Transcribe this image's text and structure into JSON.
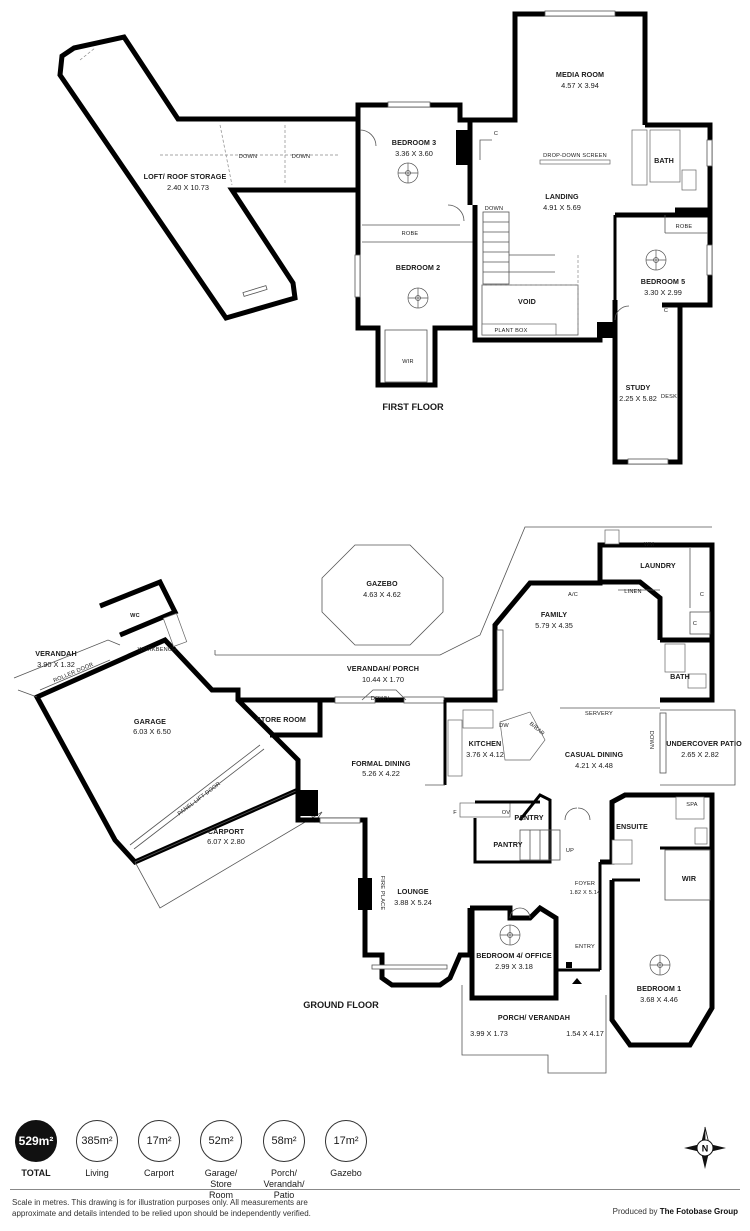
{
  "first_floor": {
    "title": "FIRST FLOOR",
    "rooms": {
      "loft": {
        "name": "LOFT/ ROOF STORAGE",
        "dim": "2.40 X 10.73"
      },
      "bedroom3": {
        "name": "BEDROOM 3",
        "dim": "3.36 X 3.60"
      },
      "bedroom2": {
        "name": "BEDROOM 2",
        "dim": ""
      },
      "media": {
        "name": "MEDIA ROOM",
        "dim": "4.57 X 3.94"
      },
      "landing": {
        "name": "LANDING",
        "dim": "4.91 X 5.69"
      },
      "bedroom5": {
        "name": "BEDROOM 5",
        "dim": "3.30 X 2.99"
      },
      "study": {
        "name": "STUDY",
        "dim": "2.25 X 5.82"
      }
    },
    "tags": {
      "down1": "DOWN",
      "down2": "DOWN",
      "down3": "DOWN",
      "robe1": "ROBE",
      "robe2": "ROBE",
      "wir": "WIR",
      "bath": "BATH",
      "void": "VOID",
      "plant_box": "PLANT BOX",
      "drop_screen": "DROP-DOWN SCREEN",
      "desk": "DESK",
      "c1": "C",
      "c2": "C"
    }
  },
  "ground_floor": {
    "title": "GROUND FLOOR",
    "rooms": {
      "gazebo": {
        "name": "GAZEBO",
        "dim": "4.63 X 4.62"
      },
      "laundry": {
        "name": "LAUNDRY",
        "dim": ""
      },
      "verandah": {
        "name": "VERANDAH",
        "dim": "3.90 X 1.32"
      },
      "family": {
        "name": "FAMILY",
        "dim": "5.79 X 4.35"
      },
      "verandah_porch": {
        "name": "VERANDAH/ PORCH",
        "dim": "10.44 X 1.70"
      },
      "garage": {
        "name": "GARAGE",
        "dim": "6.03 X 6.50"
      },
      "kitchen": {
        "name": "KITCHEN",
        "dim": "3.76 X 4.12"
      },
      "casual": {
        "name": "CASUAL DINING",
        "dim": "4.21 X 4.48"
      },
      "undercover": {
        "name": "UNDERCOVER PATIO",
        "dim": "2.65 X 2.82"
      },
      "formal": {
        "name": "FORMAL DINING",
        "dim": "5.26 X 4.22"
      },
      "carport": {
        "name": "CARPORT",
        "dim": "6.07 X 2.80"
      },
      "lounge": {
        "name": "LOUNGE",
        "dim": "3.88 X 5.24"
      },
      "foyer": {
        "name": "FOYER",
        "dim": "1.82 X 5.14"
      },
      "bedroom4": {
        "name": "BEDROOM 4/ OFFICE",
        "dim": "2.99 X 3.18"
      },
      "bedroom1": {
        "name": "BEDROOM 1",
        "dim": "3.68 X 4.46"
      },
      "porch": {
        "name": "PORCH/ VERANDAH",
        "dim_left": "3.99 X 1.73",
        "dim_right": "1.54 X 4.17"
      }
    },
    "tags": {
      "wc": "WC",
      "workbench": "WORKBENCH",
      "roller": "ROLLER DOOR",
      "wm": "WM",
      "linen": "LINEN",
      "ac": "A/C",
      "c1": "C",
      "c2": "C",
      "bath": "BATH",
      "store": "STORE ROOM",
      "down": "DOWN",
      "down2": "DOWN",
      "dw": "DW",
      "bbar": "B/BAR",
      "servery": "SERVERY",
      "panel": "PANEL LIFT DOOR",
      "f": "F",
      "ov": "OV",
      "pantry1": "PANTRY",
      "pantry2": "PANTRY",
      "up": "UP",
      "ensuite": "ENSUITE",
      "spa": "SPA",
      "wir": "WIR",
      "fireplace": "FIRE PLACE",
      "entry": "ENTRY"
    }
  },
  "summary": {
    "total": {
      "value": "529m²",
      "label": "TOTAL"
    },
    "stats": [
      {
        "value": "385m²",
        "label": "Living"
      },
      {
        "value": "17m²",
        "label": "Carport"
      },
      {
        "value": "52m²",
        "label": "Garage/ Store Room"
      },
      {
        "value": "58m²",
        "label": "Porch/ Verandah/ Patio"
      },
      {
        "value": "17m²",
        "label": "Gazebo"
      }
    ]
  },
  "footer": {
    "disclaimer": "Scale in metres. This drawing is for illustration purposes only. All measurements are approximate and details intended to be relied upon should be independently verified.",
    "credit_prefix": "Produced by",
    "credit_brand": "The Fotobase Group"
  },
  "compass": {
    "north": "N"
  }
}
